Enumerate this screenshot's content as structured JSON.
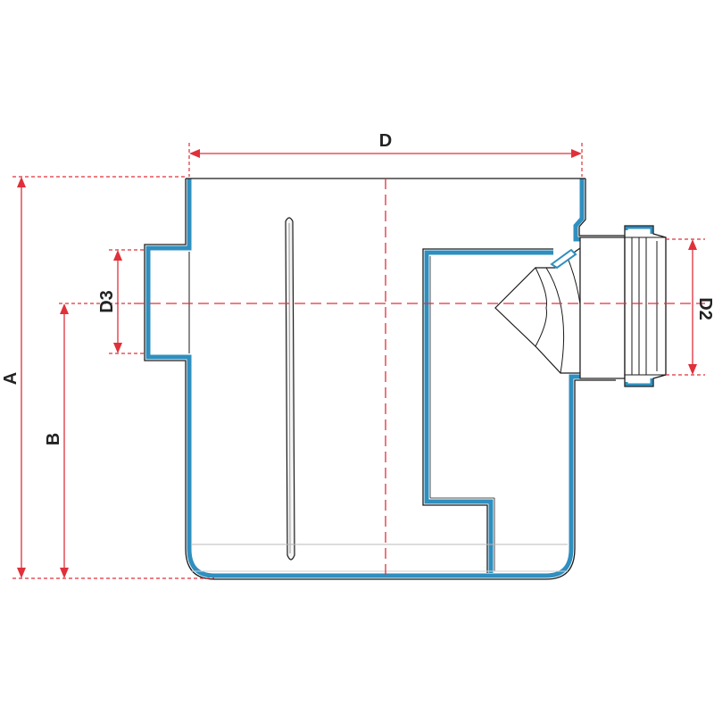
{
  "diagram": {
    "colors": {
      "outline": "#1a1a1a",
      "body_edge": "#2f8fbf",
      "dimension": "#e0303a",
      "label": "#222222",
      "fill": "#ffffff"
    },
    "dimensions": {
      "A": "A",
      "B": "B",
      "D": "D",
      "D2": "D2",
      "D3": "D3"
    }
  }
}
